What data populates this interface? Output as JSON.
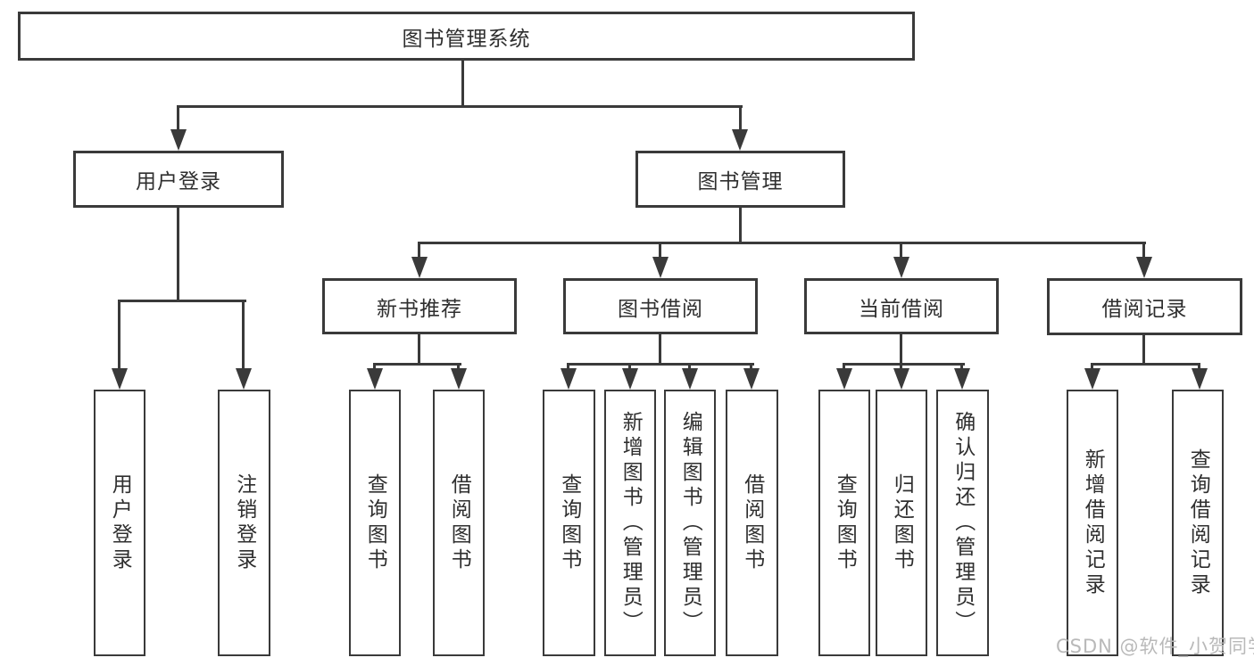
{
  "root": "图书管理系统",
  "level2": [
    "用户登录",
    "图书管理"
  ],
  "level3": [
    "新书推荐",
    "图书借阅",
    "当前借阅",
    "借阅记录"
  ],
  "leaves": {
    "user_login": [
      "用户登录",
      "注销登录"
    ],
    "new_book_recommend": [
      "查询图书",
      "借阅图书"
    ],
    "book_borrow": [
      "查询图书",
      "新增图书（管理员）",
      "编辑图书（管理员）",
      "借阅图书"
    ],
    "current_borrow": [
      "查询图书",
      "归还图书",
      "确认归还（管理员）"
    ],
    "borrow_records": [
      "新增借阅记录",
      "查询借阅记录"
    ]
  },
  "watermark": "CSDN @软件_小贺同学",
  "colors": {
    "line": "#3a3a3a",
    "text": "#2f2f2f",
    "background": "#ffffff",
    "watermark": "#b9b9b9"
  }
}
